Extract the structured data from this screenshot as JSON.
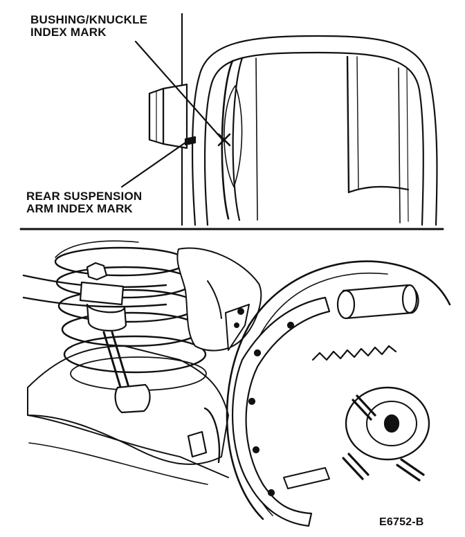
{
  "labels": {
    "bushing_mark_line1": "BUSHING/KNUCKLE",
    "bushing_mark_line2": "INDEX MARK",
    "rear_arm_mark_line1": "REAR SUSPENSION",
    "rear_arm_mark_line2": "ARM INDEX MARK",
    "figure_code": "E6752-B"
  }
}
